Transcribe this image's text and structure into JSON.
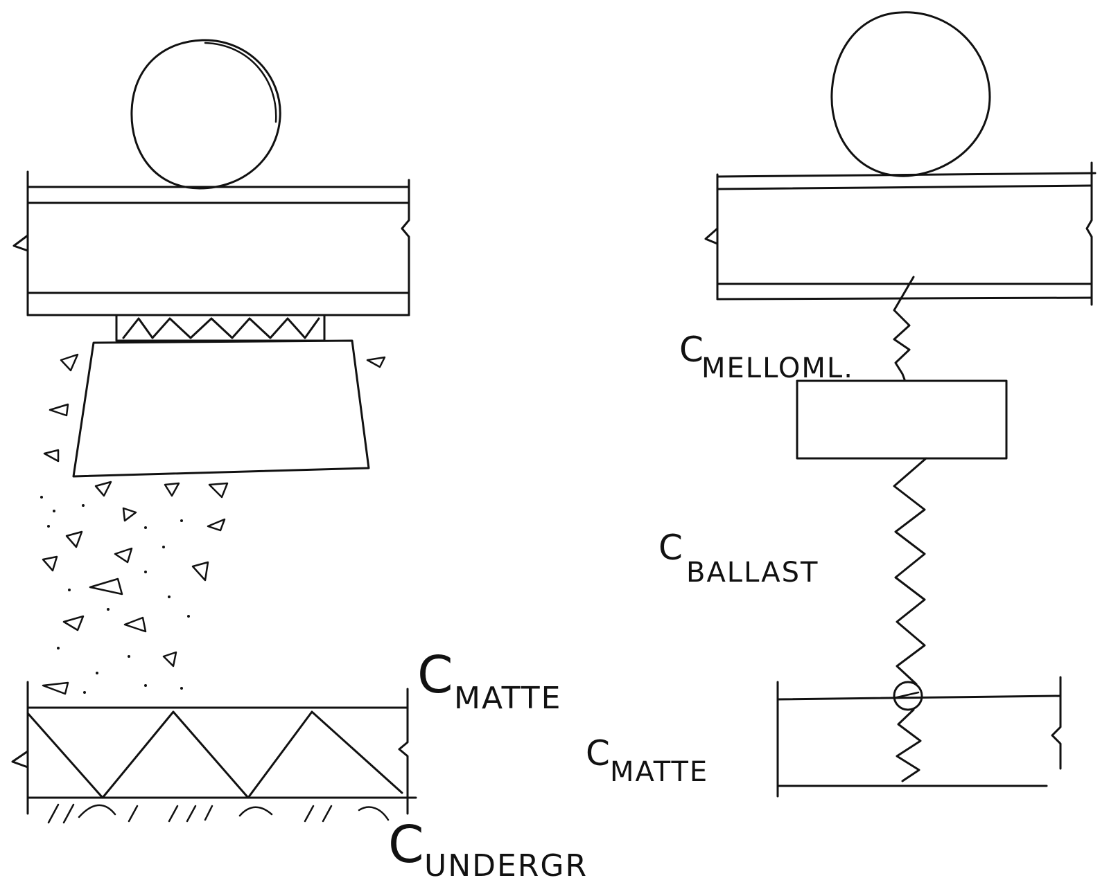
{
  "labels": {
    "left_matte": {
      "main": "C",
      "sub": "MATTE"
    },
    "left_undergr": {
      "main": "C",
      "sub": "UNDERGR"
    },
    "right_melloml": {
      "main": "C",
      "sub": "MELLOML."
    },
    "right_ballast": {
      "main": "C",
      "sub": "BALLAST"
    },
    "right_matte": {
      "main": "C",
      "sub": "MATTE"
    }
  }
}
